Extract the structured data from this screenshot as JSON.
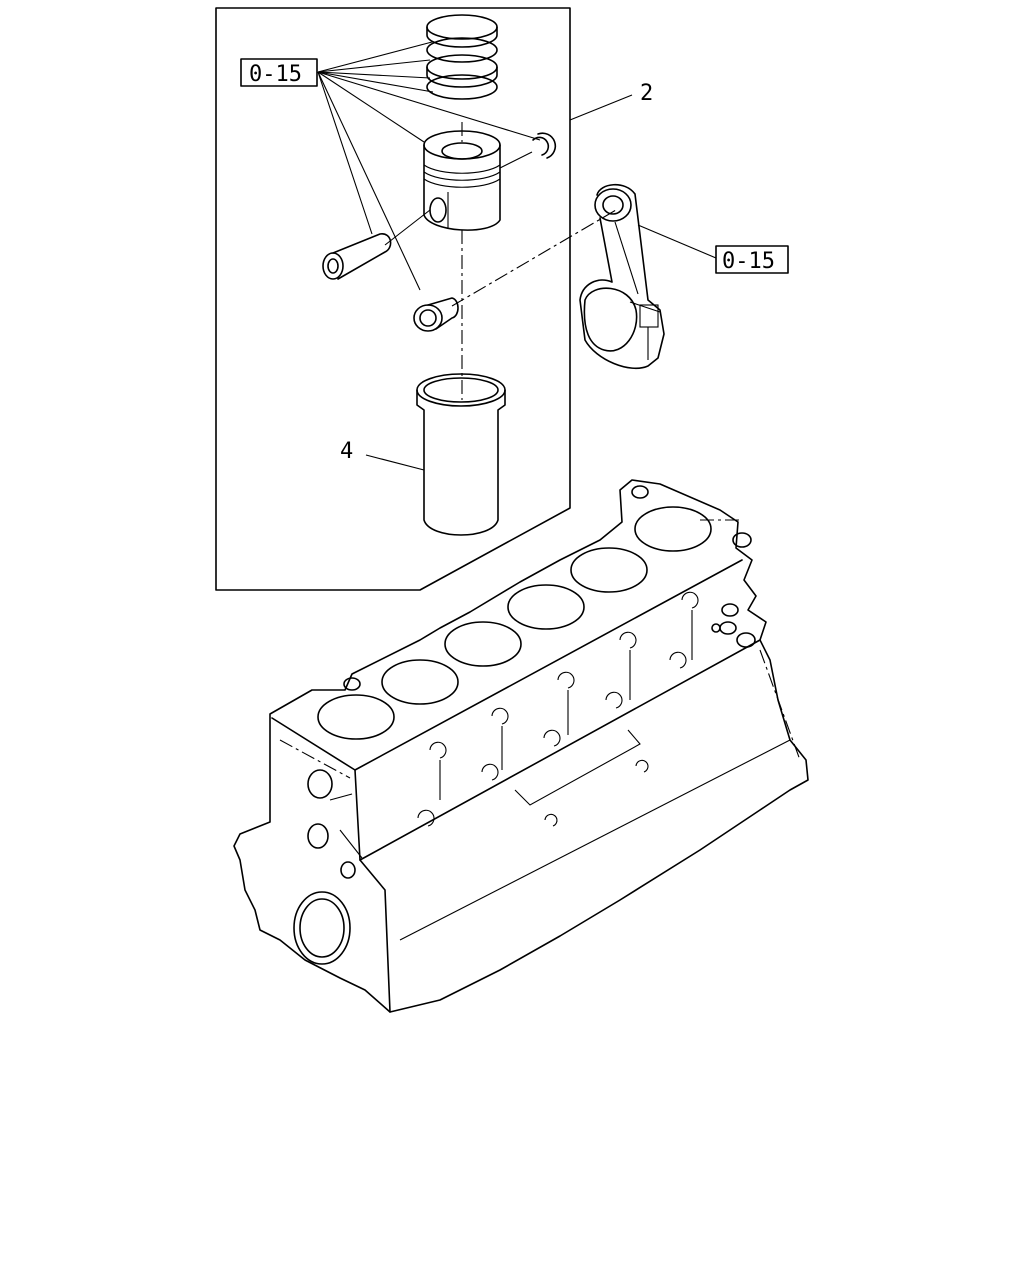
{
  "callouts": {
    "ref_upper": "0-15",
    "ref_rod": "0-15",
    "item_piston_kit": "2",
    "item_liner": "4"
  }
}
